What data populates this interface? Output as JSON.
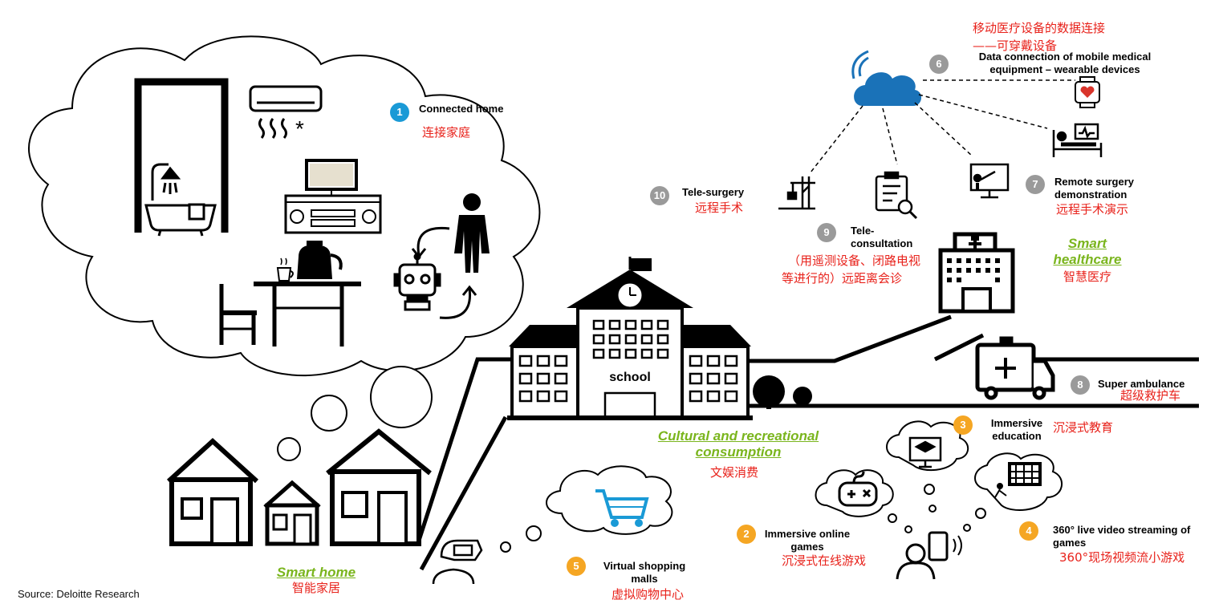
{
  "source": "Source: Deloitte Research",
  "items": [
    {
      "num": "1",
      "en": "Connected home",
      "cn": "连接家庭"
    },
    {
      "num": "2",
      "en": "Immersive online games",
      "cn": "沉浸式在线游戏"
    },
    {
      "num": "3",
      "en": "Immersive education",
      "cn": "沉浸式教育"
    },
    {
      "num": "4",
      "en": "360° live video streaming of games",
      "cn": "360°现场视频流小游戏"
    },
    {
      "num": "5",
      "en": "Virtual shopping malls",
      "cn": "虚拟购物中心"
    },
    {
      "num": "6",
      "en": "Data connection of mobile medical equipment – wearable devices",
      "cn_line1": "移动医疗设备的数据连接",
      "cn_line2": "——可穿戴设备"
    },
    {
      "num": "7",
      "en": "Remote surgery demonstration",
      "cn": "远程手术演示"
    },
    {
      "num": "8",
      "en": "Super ambulance",
      "cn": "超级救护车"
    },
    {
      "num": "9",
      "en": "Tele-consultation",
      "cn_line1": "（用遥测设备、闭路电视",
      "cn_line2": "等进行的）远距离会诊"
    },
    {
      "num": "10",
      "en": "Tele-surgery",
      "cn": "远程手术"
    }
  ],
  "sections": {
    "smart_home": {
      "en": "Smart home",
      "cn": "智能家居"
    },
    "smart_healthcare": {
      "en_line1": "Smart",
      "en_line2": "healthcare",
      "cn": "智慧医疗"
    },
    "cultural": {
      "en_line1": "Cultural and recreational",
      "en_line2": "consumption",
      "cn": "文娱消费"
    }
  },
  "school_sign": "school",
  "colors": {
    "accent_blue": "#1a9ad6",
    "accent_orange": "#f5a623",
    "accent_grey": "#9a9a9a",
    "label_red": "#e8221b",
    "section_green": "#7ab51d",
    "cloud_blue": "#1a72b8"
  },
  "icons": [
    "door-icon",
    "bathtub-icon",
    "air-conditioner-icon",
    "tv-cabinet-icon",
    "kettle-icon",
    "table-chair-icon",
    "robot-icon",
    "person-icon",
    "cloud-wifi-icon",
    "smartwatch-icon",
    "hospital-bed-icon",
    "presentation-icon",
    "clipboard-icon",
    "crane-icon",
    "hospital-icon",
    "ambulance-icon",
    "school-icon",
    "tree-icon",
    "house-icon",
    "shopping-cart-icon",
    "gamepad-icon",
    "graduation-icon",
    "soccer-goal-icon",
    "phone-icon",
    "vr-headset-icon"
  ]
}
